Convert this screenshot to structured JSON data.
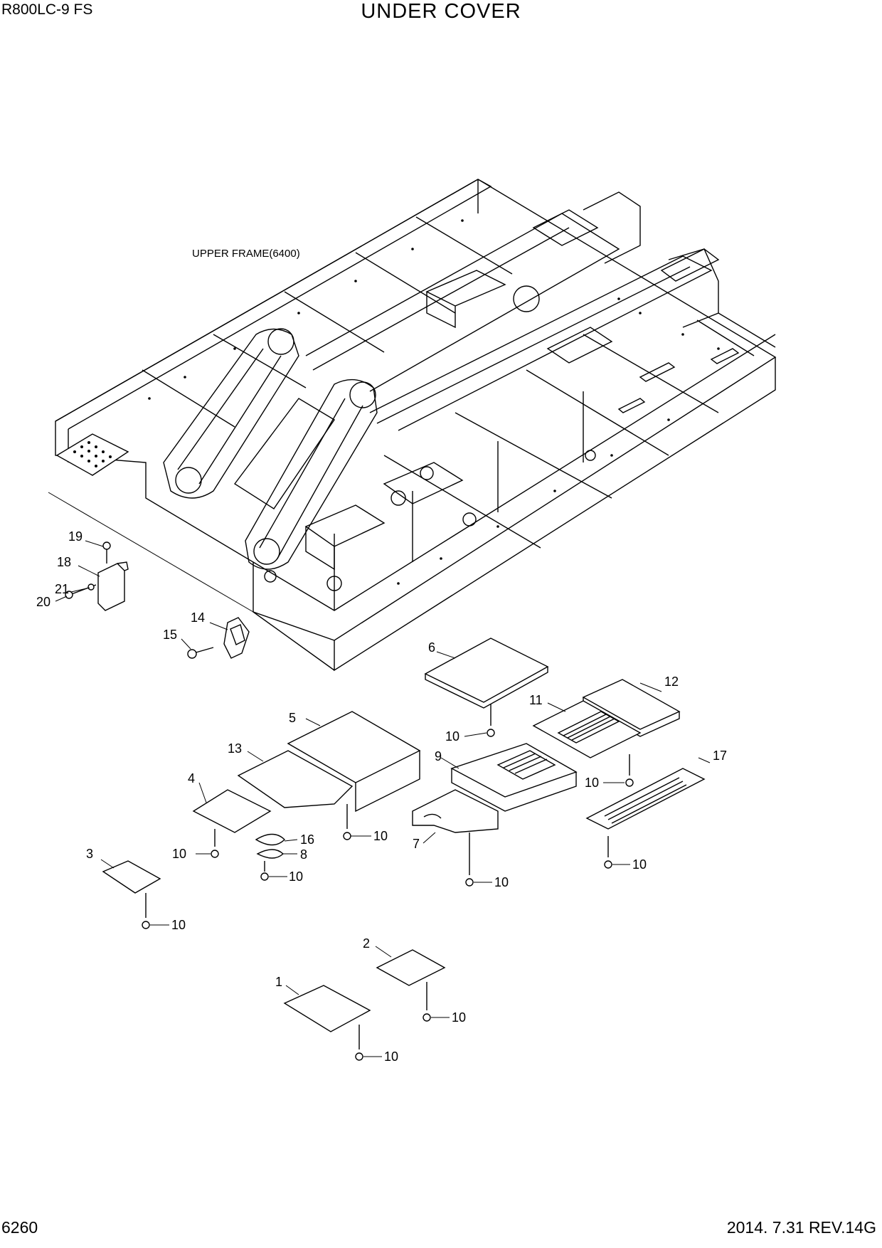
{
  "header": {
    "model": "R800LC-9 FS",
    "title": "UNDER COVER"
  },
  "footer": {
    "page_number": "6260",
    "revision": "2014. 7.31  REV.14G"
  },
  "diagram": {
    "reference_label": "UPPER FRAME(6400)",
    "callouts": [
      "19",
      "18",
      "21",
      "20",
      "14",
      "15",
      "6",
      "12",
      "11",
      "5",
      "13",
      "10",
      "9",
      "4",
      "17",
      "16",
      "8",
      "7",
      "3",
      "2",
      "1"
    ]
  }
}
